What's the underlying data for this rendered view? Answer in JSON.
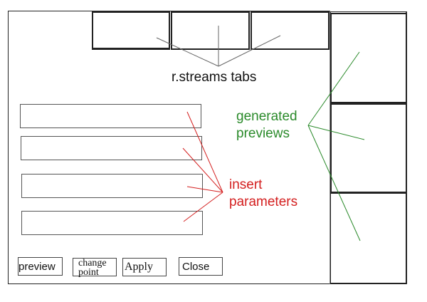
{
  "tabs": {
    "count": 3,
    "annotation": "r.streams tabs"
  },
  "parameters": {
    "fields": [
      {
        "value": "",
        "placeholder": ""
      },
      {
        "value": "",
        "placeholder": ""
      },
      {
        "value": "",
        "placeholder": ""
      },
      {
        "value": "",
        "placeholder": ""
      }
    ],
    "annotation_line1": "insert",
    "annotation_line2": "parameters"
  },
  "previews": {
    "count": 3,
    "annotation_line1": "generated",
    "annotation_line2": "previews"
  },
  "buttons": {
    "preview": "preview",
    "change_point_line1": "change",
    "change_point_line2": "point",
    "apply": "Apply",
    "close": "Close"
  },
  "colors": {
    "tabs_annotation": "#111111",
    "previews_annotation": "#2a8a2a",
    "params_annotation": "#d42020"
  }
}
